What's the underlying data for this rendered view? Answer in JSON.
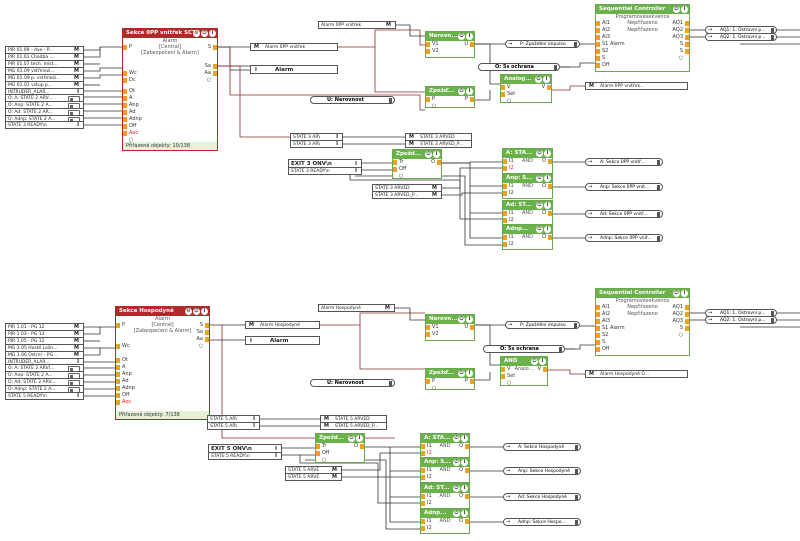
{
  "blocks": [
    {
      "title": "Sekce 0PP vnitřek SCT3",
      "subtitle": "Alarm",
      "scope": "[Central]",
      "zone": "[Zabezpečení & Alarm]",
      "in": [
        "P",
        "",
        "",
        "Wc",
        "Dc",
        "",
        "Ot",
        "A",
        "Anp",
        "Ad",
        "Adnp",
        "Off",
        "Aoc"
      ],
      "out": [
        "S",
        "",
        "Sa",
        "Aa",
        ""
      ],
      "footer": "Přiřazené objekty: 10/138"
    },
    {
      "title": "Sekce Hospodyně",
      "subtitle": "Alarm",
      "scope": "[Central]",
      "zone": "[Zabezpečení & Alarm]",
      "in": [
        "P",
        "",
        "",
        "Wc",
        "",
        "Ot",
        "A",
        "Anp",
        "Ad",
        "Adnp",
        "Off",
        "Aoc"
      ],
      "out": [
        "S",
        "Sa",
        "Aa",
        ""
      ],
      "footer": "Přiřazené objekty: 7/138"
    }
  ],
  "sequential": {
    "title": "Sequential Controller",
    "subtitle": "Programovésekvence",
    "rows": [
      {
        "in": "AI1",
        "mid": "Nepřiřazeno",
        "out": "AQ1"
      },
      {
        "in": "AI2",
        "mid": "Nepřiřazeno",
        "out": "AQ2"
      },
      {
        "in": "AI3",
        "mid": "",
        "out": "AQ3"
      },
      {
        "in": "S1 Alarm",
        "mid": "",
        "out": "S"
      },
      {
        "in": "S2",
        "mid": "",
        "out": "S"
      },
      {
        "in": "S",
        "mid": "",
        "out": ""
      },
      {
        "in": "Off",
        "mid": "",
        "out": ""
      }
    ]
  },
  "nerovnost": {
    "title": "Nerovn...",
    "in": [
      "V1",
      "V2"
    ],
    "out": "U"
  },
  "zpozdeni": {
    "title": "Zpožď...",
    "in": [
      "P"
    ],
    "out": "P"
  },
  "analog": {
    "title": "Analog...",
    "in": [
      "V",
      "Set"
    ],
    "out": "V"
  },
  "andblk": {
    "title": "AND",
    "mid": "Analo...",
    "in": [
      "V",
      "Set"
    ],
    "out": "V"
  },
  "zpoz2": {
    "title": "Zpožd...",
    "in": [
      "Tr",
      "Off"
    ],
    "out": "O"
  },
  "gates_top": [
    "A: STA...",
    "Anp: S...",
    "Ad: ST...",
    "Adnp..."
  ],
  "gates_bot": [
    "A: STA...",
    "Anp: S...",
    "Ad: ST...",
    "Adnp..."
  ],
  "gate_rows": {
    "i1": "I1",
    "i2": "I2",
    "and": "AND",
    "o": "O"
  },
  "inputs_top": [
    "PIR 01.09 - dve - P...",
    "PIR 01.01 Chodba ...",
    "PIR 01.07 tech. míst...",
    "MG 01.09 vstřmezi...",
    "MG 01.09 p. vstřmezi...",
    "MG 01.01 vstup p...",
    "INTRUDER_ALAR..."
  ],
  "states_top": [
    "O: A: STATE 2 ARV...",
    "O: Anp: STATE 2 A...",
    "O: Ad: STATE 2 AR...",
    "O: Adnp: STATE 2 A..."
  ],
  "ready_top": "STATE 3 READY\\n",
  "inputs_bot": [
    "PIR 1.01 - PG 12",
    "PIR 1.03 - PG 13",
    "PIR 1.05 - PG 12",
    "MG 1.05 Hosté Ložn...",
    "MG 1.06 Ostrnr - PG...",
    "INTRUDER_ALAR..."
  ],
  "states_bot": [
    "O: A: STATE 2 ARVI...",
    "O: Anp: STATE 2 A...",
    "O: Ad: STATE 2 ARV...",
    "O: Adnp: STATE 2 A..."
  ],
  "ready_bot": "STATE 5 READY\\n",
  "labels": {
    "alarm_0pp_top": "Alarm 0PP vnitřek",
    "m": "M",
    "alarm_mid": "Alarm 0PP vnitřek",
    "alarm_lbl": "Alarm",
    "zpozdeni_impulsu": "P: Zpoždění impulsu",
    "o_5s": "O: 5s ochrana",
    "u_nerovnost": "U: Nerovnost",
    "alarm_0pp_out": "Alarm 0PP vnitřek...",
    "state3_arv": "STATE 3 ARVED\\n",
    "state3_arvp": "STATE 3 ARVED_P...",
    "state3_arv_r": "STATE 3 ARVED",
    "state3_arvp_r": "STATE 3 ARVED_P...",
    "exit3": "EXIT 3 ONV\\n",
    "state3_ready": "STATE 3 READY\\n",
    "state3_arved": "STATE 3 ARVED",
    "state3_arved_p": "STATE 3 ARVED_P...",
    "aq1_top": "AQ1: 1. Ostrovní p...",
    "aq2_top": "AQ2: 1. Ostrovní p...",
    "out_a_top": "A: Sekce 0PP vnitř...",
    "out_anp_top": "Anp: Sekce 0PP vnit...",
    "out_ad_top": "Ad: Sekce 0PP vnitř...",
    "out_adnp_top": "Adnp: Sekce 0PP vnit...",
    "alarm_hosp_top": "Alarm Hospodyně",
    "alarm_hosp_mid": "Alarm Hospodyně",
    "alarm_hosp_out": "Alarm Hospodyně O...",
    "state5_arv": "STATE 5 ARVED\\n",
    "state5_arvp": "STATE 5 ARVED_P...",
    "state5_arv_r": "STATE 5 ARVED",
    "state5_arvp_r": "STATE 5 ARVED_P...",
    "exit5": "EXIT 5 ONV\\n",
    "state5_ready": "STATE 5 READY\\n",
    "state5_arved": "STATE 5 ARVED",
    "state5_arved_p": "STATE 5 ARVED_P...",
    "aq1_bot": "AQ1: 1. Ostrovní p...",
    "aq2_bot": "AQ2: 1. Ostrovní p...",
    "out_a_bot": "A: Sekce Hospodyně",
    "out_anp_bot": "Anp: Sekce Hospodyně",
    "out_ad_bot": "Ad: Sekce Hospodyně",
    "out_adnp_bot": "Adnp: Sekce Hospo..."
  }
}
